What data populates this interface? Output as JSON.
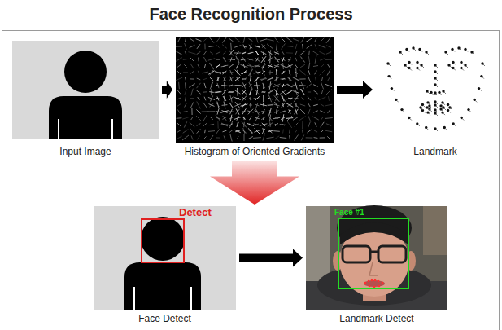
{
  "diagram": {
    "title": "Face Recognition Process",
    "nodes": [
      {
        "text": [
          "Input Image"
        ]
      },
      {
        "text": [
          "Histogram of Oriented Gradients"
        ]
      },
      {
        "text": [
          "Landmark"
        ]
      },
      {
        "text": [
          "Face Detect"
        ]
      },
      {
        "text": [
          "Landmark Detect"
        ]
      }
    ],
    "edges": [
      {
        "from": 0,
        "to": 1,
        "arrow": "to"
      },
      {
        "from": 1,
        "to": 2,
        "arrow": "to"
      },
      {
        "from": 1,
        "to": 3,
        "arrow": "to"
      },
      {
        "from": 3,
        "to": 4,
        "arrow": "to"
      }
    ],
    "labels": [
      "Detect",
      "Face #1"
    ]
  }
}
